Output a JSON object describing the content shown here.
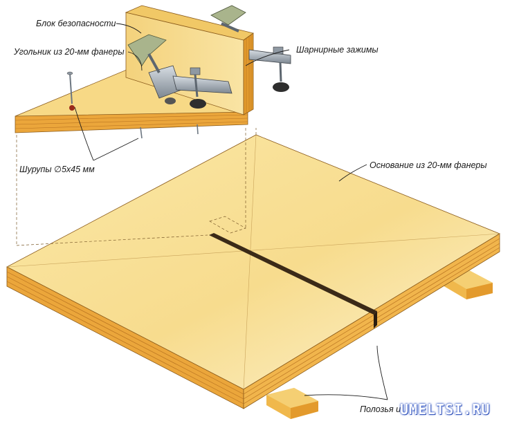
{
  "labels": {
    "safety_block": "Блок безопасности",
    "plywood_corner": "Угольник из 20-мм фанеры",
    "toggle_clamps": "Шарнирные зажимы",
    "screws": "Шурупы ∅5x45 мм",
    "base": "Основание из 20-мм фанеры",
    "runners": "Полозья и"
  },
  "watermark": "UMELTSI.RU",
  "colors": {
    "plywood_top": "#f6d98a",
    "plywood_edge": "#e8a93a",
    "plywood_layers": "#b87321",
    "metal": "#9aa3ad",
    "rubber": "#3a3a3a",
    "clamp_handle": "#a9b48c"
  }
}
